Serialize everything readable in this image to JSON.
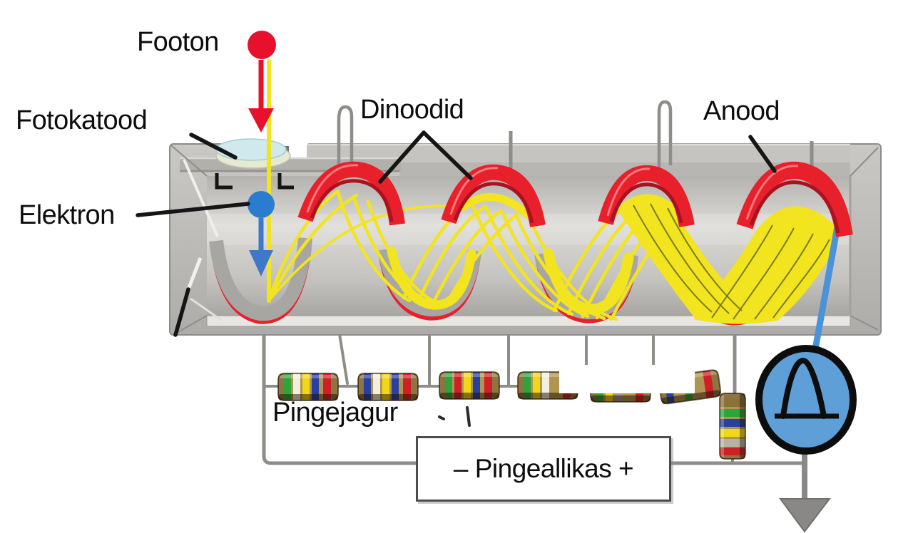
{
  "labels": {
    "photon": "Footon",
    "photocathode": "Fotokatood",
    "electron": "Elektron",
    "dynodes": "Dinoodid",
    "anode": "Anood",
    "voltage_divider": "Pingejagur",
    "voltage_source": "– Pingeallikas +"
  },
  "icons": {
    "photon_dot": "red-filled-circle",
    "photon_arrow": "red-down-arrow",
    "electron_dot": "blue-filled-circle",
    "electron_arrow": "blue-down-arrow",
    "pulse_scope": "blue-circle-with-pulse-curve",
    "ground": "gray-down-arrow-ground"
  },
  "colors": {
    "photon_red": "#e8112d",
    "electron_blue": "#2a7cd1",
    "electron_arrow_blue": "#3e79c9",
    "beam_yellow": "#f2e41f",
    "beam_streak": "#7c7c22",
    "dynode_red": "#e8202c",
    "dynode_dark_red": "#a91320",
    "dynode_highlight": "#ff8a8a",
    "dynode_gray": "#a8a6a2",
    "tube_gray": "#c0beba",
    "cavity_gray": "#cfcdc9",
    "scope_blue": "#5f9fd8",
    "signal_blue": "#4b93d9",
    "wire_gray": "#8f8d88",
    "ground_gray": "#8a8886",
    "resistor_body": "#b09552",
    "leader_black": "#151515",
    "photocathode_cyan": "#cfe9ed",
    "photocathode_rim": "#e6ead0"
  },
  "resistors": {
    "horizontal": [
      {
        "bands": [
          "#2fa43a",
          "#f2efe0",
          "#f2d718",
          "#2b3f9e",
          "#cf2027"
        ]
      },
      {
        "bands": [
          "#2b3f9e",
          "#f2efe0",
          "#f2d718",
          "#2b3f9e",
          "#cf2027"
        ]
      },
      {
        "bands": [
          "#2fa43a",
          "#cf2027",
          "#f2d718",
          "#2b3f9e",
          "#cf2027"
        ]
      },
      {
        "bands": [
          "#2fa43a",
          "#f2d718",
          "#f2efe0",
          "#b09552",
          "#cf2027"
        ]
      },
      {
        "bands": [
          "#2fa43a",
          "#f2d718",
          "#9a9a94",
          "#b09552",
          "#cf2027"
        ]
      },
      {
        "bands": [
          "#2b3f9e",
          "#b09552",
          "#2fa43a",
          "#b09552",
          "#cf2027"
        ]
      }
    ],
    "vertical": {
      "bands": [
        "#8a713a",
        "#2fa43a",
        "#2b3f9e",
        "#f2d718",
        "#b5b2a8",
        "#cf2027"
      ]
    }
  }
}
